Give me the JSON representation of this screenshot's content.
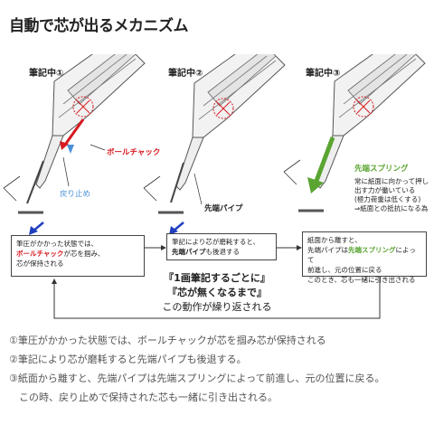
{
  "title": "自動で芯が出るメカニズム",
  "steps": [
    {
      "label": "筆記中①"
    },
    {
      "label": "筆記中②"
    },
    {
      "label": "筆記中③"
    }
  ],
  "callouts": {
    "ball_chuck": "ボールチャック",
    "retract_stop": "戻り止め",
    "tip_pipe": "先端パイプ",
    "tip_spring": "先端スプリング",
    "spring_note_1": "常に紙面に向かって押し",
    "spring_note_2": "出す力が働いている",
    "spring_note_3": "(極力荷重は低くする)",
    "spring_note_4": "⇒紙面との抵抗になる為"
  },
  "boxes": {
    "box1": {
      "line1": "筆圧がかかった状態では、",
      "line2_red": "ボールチャック",
      "line2_rest": "が芯を掴み、",
      "line3": "芯が保持される"
    },
    "box2": {
      "line1": "筆記により芯が磨耗すると、",
      "line2_bold": "先端パイプ",
      "line2_rest": "も後退する"
    },
    "box3": {
      "line1": "紙面から離すと、",
      "line2_a": "先端パイプは",
      "line2_green": "先端スプリング",
      "line2_b": "によって",
      "line3": "前進し、元の位置に戻る",
      "line4": "このとき、芯も一緒に引き出される"
    }
  },
  "center": {
    "line1": "『1画筆記するごとに』",
    "line2": "『芯が無くなるまで』",
    "line3": "この動作が繰り返される"
  },
  "notes": [
    "①筆圧がかかった状態では、ボールチャックが芯を掴み芯が保持される",
    "②筆記により芯が磨耗すると先端パイプも後退する。",
    "③紙面から離すと、先端パイプは先端スプリングによって前進し、元の位置に戻る。",
    "　この時、戻り止めで保持された芯も一緒に引き出される。"
  ],
  "colors": {
    "red": "#d71920",
    "green": "#5aa532",
    "blue": "#1f3fbf",
    "light_blue": "#4a90d9"
  }
}
